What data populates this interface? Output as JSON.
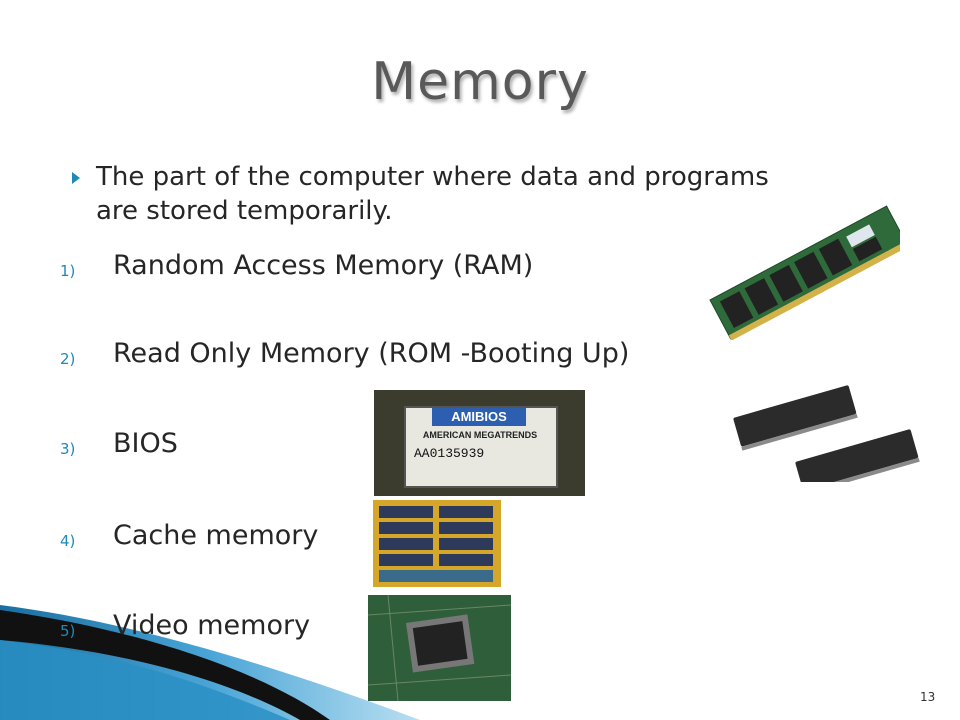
{
  "slide": {
    "title": "Memory",
    "bullet": "The part of the computer where data and programs are stored temporarily.",
    "items": [
      {
        "num": "1)",
        "text": "Random Access Memory (RAM)"
      },
      {
        "num": "2)",
        "text": "Read Only Memory (ROM -Booting Up)"
      },
      {
        "num": "3)",
        "text": "BIOS"
      },
      {
        "num": "4)",
        "text": "Cache memory"
      },
      {
        "num": "5)",
        "text": "Video memory"
      }
    ],
    "page_number": "13"
  },
  "images": {
    "bios_chip": {
      "line1": "AMIBIOS",
      "line2": "AMERICAN MEGATRENDS",
      "line3": "AA0135939"
    }
  },
  "colors": {
    "accent": "#1f8ab8",
    "text": "#262626",
    "title": "#595959"
  }
}
